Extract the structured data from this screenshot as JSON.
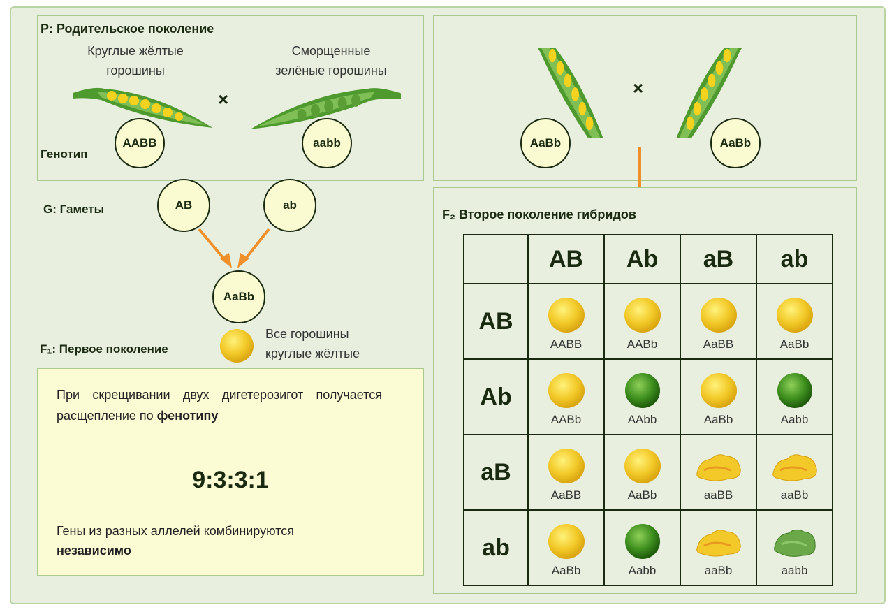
{
  "parents": {
    "title": "P: Родительское поколение",
    "left_label": [
      "Круглые жёлтые",
      "горошины"
    ],
    "right_label": [
      "Сморщенные",
      "зелёные горошины"
    ],
    "genotype_label": "Генотип",
    "left_genotype": "AABB",
    "right_genotype": "aabb",
    "cross": "×"
  },
  "gametes": {
    "label": "G: Гаметы",
    "left": "AB",
    "right": "ab"
  },
  "f1": {
    "genotype": "AaBb",
    "label": "F₁: Первое поколение",
    "desc": [
      "Все горошины",
      "круглые жёлтые"
    ]
  },
  "f1_cross": {
    "left": "AaBb",
    "right": "AaBb",
    "cross": "×"
  },
  "info": {
    "text1": "При скрещивании двух дигетерозигот получается расщепление по ",
    "text1_bold": "фенотипу",
    "ratio": "9:3:3:1",
    "text2": "Гены из разных аллелей комбинируются ",
    "text2_bold": "независимо"
  },
  "f2": {
    "title": "F₂ Второе поколение гибридов",
    "headers": [
      "AB",
      "Ab",
      "aB",
      "ab"
    ],
    "rows": [
      {
        "label": "AB",
        "cells": [
          {
            "g": "AABB",
            "p": "yr"
          },
          {
            "g": "AABb",
            "p": "yr"
          },
          {
            "g": "AaBB",
            "p": "yr"
          },
          {
            "g": "AaBb",
            "p": "yr"
          }
        ]
      },
      {
        "label": "Ab",
        "cells": [
          {
            "g": "AABb",
            "p": "yr"
          },
          {
            "g": "AAbb",
            "p": "gr"
          },
          {
            "g": "AaBb",
            "p": "yr"
          },
          {
            "g": "Aabb",
            "p": "gr"
          }
        ]
      },
      {
        "label": "aB",
        "cells": [
          {
            "g": "AaBB",
            "p": "yr"
          },
          {
            "g": "AaBb",
            "p": "yr"
          },
          {
            "g": "aaBB",
            "p": "yw"
          },
          {
            "g": "aaBb",
            "p": "yw"
          }
        ]
      },
      {
        "label": "ab",
        "cells": [
          {
            "g": "AaBb",
            "p": "yr"
          },
          {
            "g": "Aabb",
            "p": "gr"
          },
          {
            "g": "aaBb",
            "p": "yw"
          },
          {
            "g": "aabb",
            "p": "gw"
          }
        ]
      }
    ]
  },
  "colors": {
    "arrow": "#f0902a",
    "yellow": "#f2c928",
    "green": "#3e8f1e",
    "bg": "#e8efdf",
    "note": "#fbfbd4"
  }
}
